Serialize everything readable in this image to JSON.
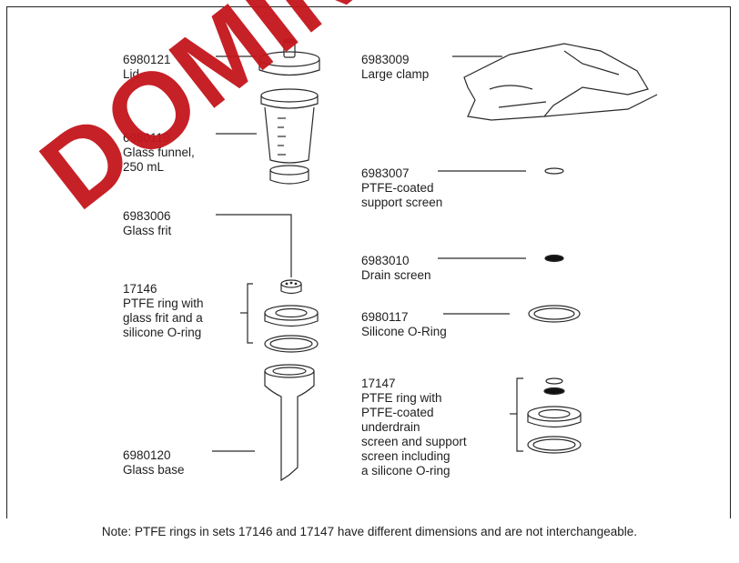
{
  "parts": {
    "lid": {
      "code": "6980121",
      "name": "Lid"
    },
    "funnel": {
      "code": "6980119",
      "line1": "Glass funnel,",
      "line2": "250 mL"
    },
    "frit": {
      "code": "6983006",
      "name": "Glass frit"
    },
    "ring_set_a": {
      "code": "17146",
      "line1": "PTFE ring with",
      "line2": "glass frit and a",
      "line3": "silicone O-ring"
    },
    "base": {
      "code": "6980120",
      "name": "Glass base"
    },
    "clamp": {
      "code": "6983009",
      "name": "Large clamp"
    },
    "support_screen": {
      "code": "6983007",
      "line1": "PTFE-coated",
      "line2": "support screen"
    },
    "drain_screen": {
      "code": "6983010",
      "name": "Drain screen"
    },
    "oring": {
      "code": "6980117",
      "name": "Silicone O-Ring"
    },
    "ring_set_b": {
      "code": "17147",
      "line1": "PTFE ring with",
      "line2": "PTFE-coated",
      "line3": "underdrain",
      "line4": "screen and support",
      "line5": "screen including",
      "line6": "a silicone O-ring"
    }
  },
  "note": "Note: PTFE rings in sets 17146 and 17147 have different dimensions and are not interchangeable.",
  "watermark": "DOMINI",
  "colors": {
    "watermark": "#c4161c",
    "ink": "#1e1e1e"
  }
}
